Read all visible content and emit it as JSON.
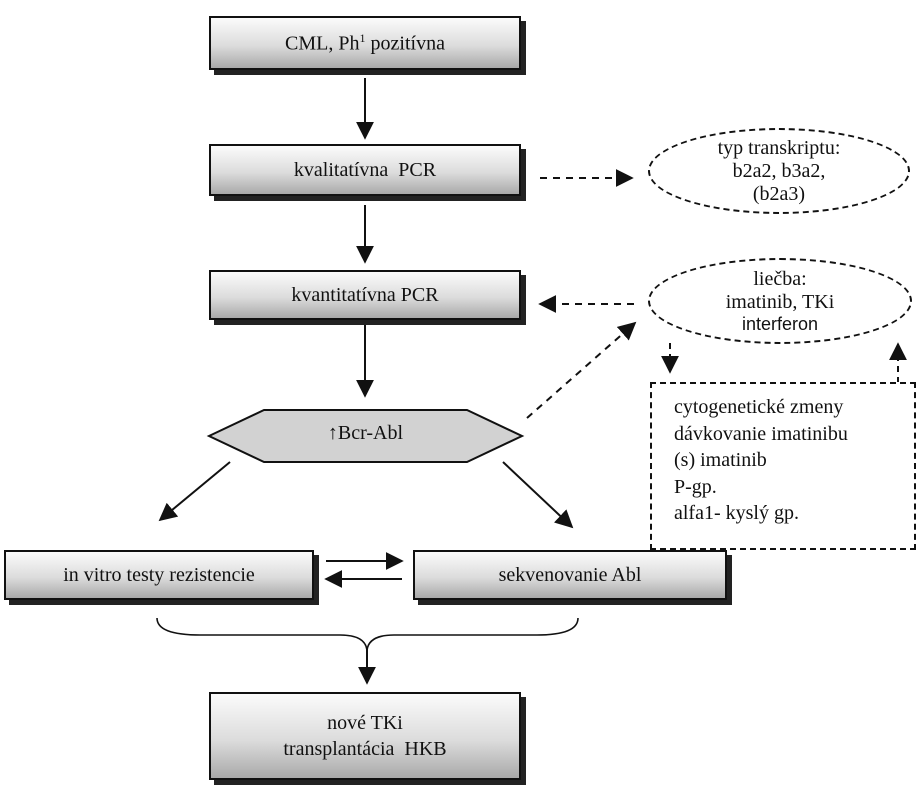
{
  "nodes": {
    "cml": {
      "text": "CML, Ph",
      "sup": "1",
      "text_after": " pozitívna"
    },
    "qual_pcr": "kvalitatívna  PCR",
    "quant_pcr": "kvantitatívna PCR",
    "bcr_abl": {
      "arrow": "↑",
      "text": "Bcr-Abl"
    },
    "in_vitro": "in vitro testy rezistencie",
    "sekv": "sekvenovanie Abl",
    "final": [
      "nové TKi",
      "transplantácia  HKB"
    ]
  },
  "transcript": [
    "typ transkriptu:",
    "b2a2, b3a2,",
    "(b2a3)"
  ],
  "treatment": [
    "liečba:",
    "imatinib, TKi",
    "interferon"
  ],
  "causes": [
    "cytogenetické zmeny",
    "dávkovanie imatinibu",
    "(s) imatinib",
    "P-gp.",
    "alfa1- kyslý gp."
  ],
  "colors": {
    "box_gradient_top": "#fbfbfb",
    "box_gradient_bottom": "#a9a9a9",
    "stroke": "#111111"
  }
}
